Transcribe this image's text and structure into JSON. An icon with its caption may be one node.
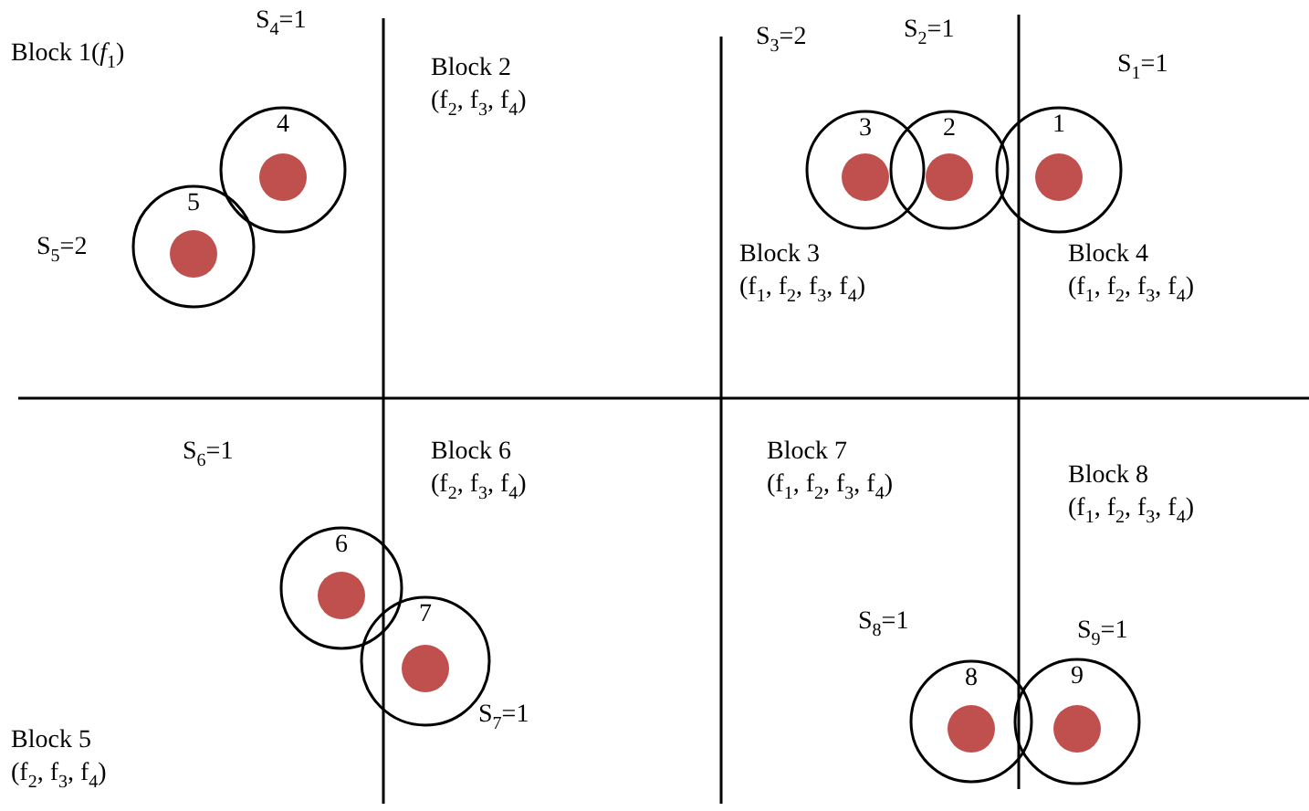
{
  "diagram": {
    "nodes": [
      {
        "text": [
          "4"
        ]
      },
      {
        "text": [
          "5"
        ]
      },
      {
        "text": [
          "3"
        ]
      },
      {
        "text": [
          "2"
        ]
      },
      {
        "text": [
          "1"
        ]
      },
      {
        "text": [
          "6"
        ]
      },
      {
        "text": [
          "7"
        ]
      },
      {
        "text": [
          "8"
        ]
      },
      {
        "text": [
          "9"
        ]
      }
    ],
    "labels": [
      "Block 1(*f*$_{1}$)",
      "S$_{4}$=1",
      "Block 2",
      "(f$_{2}$, f$_{3}$, f$_{4}$)",
      "S$_{3}$=2",
      "S$_{2}$=1",
      "S$_{1}$=1",
      "S$_{5}$=2",
      "Block 3",
      "(f$_{1}$, f$_{2}$, f$_{3}$, f$_{4}$)",
      "Block 4",
      "(f$_{1}$, f$_{2}$, f$_{3}$, f$_{4}$)",
      "S$_{6}$=1",
      "Block 6",
      "(f$_{2}$, f$_{3}$, f$_{4}$)",
      "Block 7",
      "(f$_{1}$, f$_{2}$, f$_{3}$, f$_{4}$)",
      "Block 8",
      "(f$_{1}$, f$_{2}$, f$_{3}$, f$_{4}$)",
      "S$_{8}$=1",
      "S$_{9}$=1",
      "Block 5",
      "(f$_{2}$, f$_{3}$, f$_{4}$)",
      "S$_{7}$=1"
    ]
  }
}
